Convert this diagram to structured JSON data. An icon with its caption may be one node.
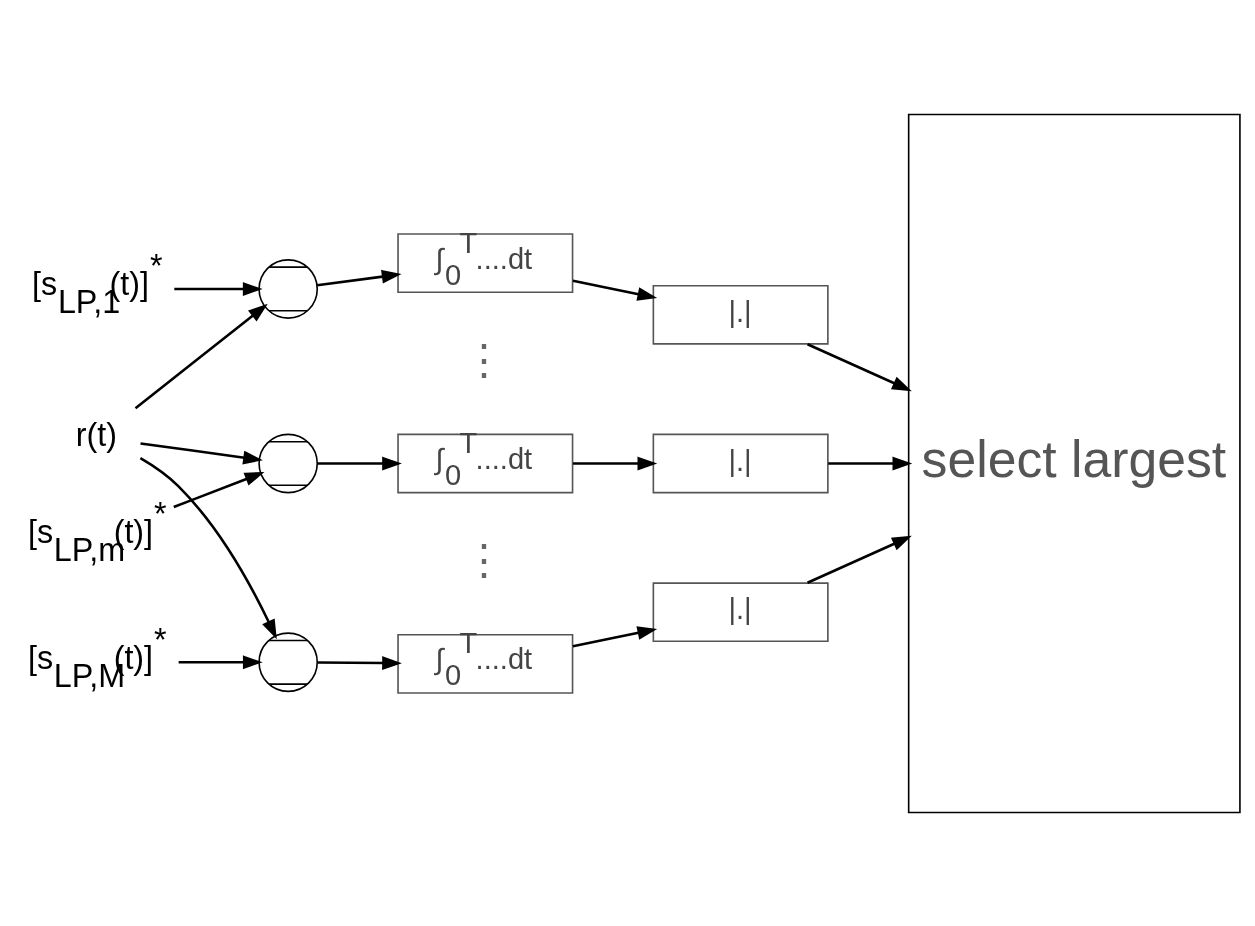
{
  "diagram": {
    "nodes": [
      {
        "text": [
          "r(t)"
        ]
      },
      {
        "text": [
          "[s$_{LP,1}$(t)]$^{*}$"
        ]
      },
      {
        "text": [],
        "shape": "circle"
      },
      {
        "text": [
          "∫$_{0}$$^{T}$....dt"
        ]
      },
      {
        "text": [
          "|.|"
        ]
      },
      {
        "text": [
          "[s$_{LP,m}$(t)]$^{*}$"
        ]
      },
      {
        "text": [],
        "shape": "circle"
      },
      {
        "text": [
          "∫$_{0}$$^{T}$....dt"
        ]
      },
      {
        "text": [
          "|.|"
        ]
      },
      {
        "text": [
          "[s$_{LP,M}$(t)]$^{*}$"
        ]
      },
      {
        "text": [],
        "shape": "circle"
      },
      {
        "text": [
          "∫$_{0}$$^{T}$....dt"
        ]
      },
      {
        "text": [
          "|.|"
        ]
      },
      {
        "text": [
          "select largest"
        ]
      }
    ],
    "edges": [
      {
        "from": 0,
        "to": 2,
        "arrow": "to"
      },
      {
        "from": 0,
        "to": 6,
        "arrow": "to"
      },
      {
        "from": 0,
        "to": 10,
        "arrow": "to"
      },
      {
        "from": 1,
        "to": 2,
        "arrow": "to"
      },
      {
        "from": 2,
        "to": 3,
        "arrow": "to"
      },
      {
        "from": 3,
        "to": 4,
        "arrow": "to"
      },
      {
        "from": 4,
        "to": 13,
        "arrow": "to"
      },
      {
        "from": 5,
        "to": 6,
        "arrow": "to"
      },
      {
        "from": 6,
        "to": 7,
        "arrow": "to"
      },
      {
        "from": 7,
        "to": 8,
        "arrow": "to"
      },
      {
        "from": 8,
        "to": 13,
        "arrow": "to"
      },
      {
        "from": 9,
        "to": 10,
        "arrow": "to"
      },
      {
        "from": 10,
        "to": 11,
        "arrow": "to"
      },
      {
        "from": 11,
        "to": 12,
        "arrow": "to"
      },
      {
        "from": 12,
        "to": 13,
        "arrow": "to"
      }
    ],
    "labels": [
      "⋮",
      "⋮"
    ]
  }
}
